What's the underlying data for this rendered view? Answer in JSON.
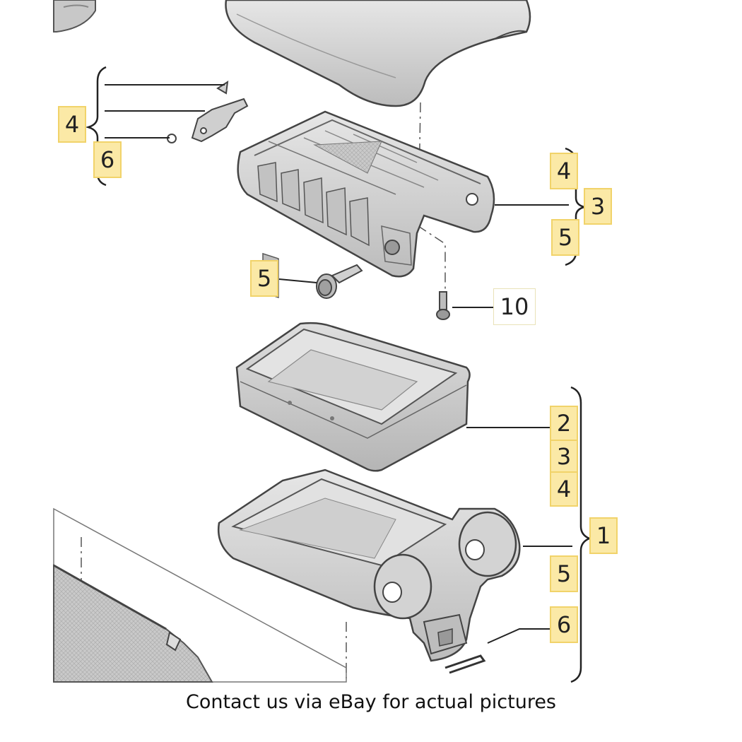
{
  "callouts": [
    {
      "id": "group-top-left",
      "text": "4"
    },
    {
      "id": "group-top-left-sub",
      "text": "6"
    },
    {
      "id": "group-lid-a",
      "text": "4"
    },
    {
      "id": "group-lid",
      "text": "3"
    },
    {
      "id": "group-lid-b",
      "text": "5"
    },
    {
      "id": "pin",
      "text": "5"
    },
    {
      "id": "screw",
      "text": "10"
    },
    {
      "id": "tray-a",
      "text": "2"
    },
    {
      "id": "tray-b",
      "text": "3"
    },
    {
      "id": "tray-c",
      "text": "4"
    },
    {
      "id": "base",
      "text": "1"
    },
    {
      "id": "base-b",
      "text": "5"
    },
    {
      "id": "clip",
      "text": "6"
    }
  ],
  "caption": "Contact us via eBay for actual pictures",
  "colors": {
    "part_fill": "#d6d6d6",
    "part_dark": "#a9a9a9",
    "line": "#444444",
    "highlight": "#fbe9a6"
  }
}
